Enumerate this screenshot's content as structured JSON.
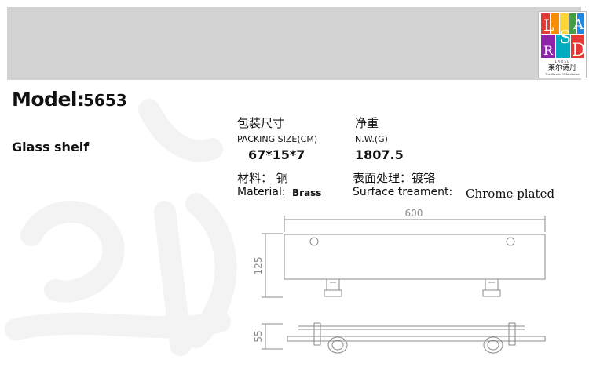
{
  "logo": {
    "letters": [
      "L",
      "S",
      "A",
      "R",
      "D"
    ],
    "subtitle_small": "L A R S D",
    "chinese": "莱尔诗丹",
    "tagline": "The Classic Of Sanitation",
    "colors": [
      "#e53935",
      "#fb8c00",
      "#fdd835",
      "#43a047",
      "#1e88e5",
      "#8e24aa",
      "#00acc1"
    ]
  },
  "model": {
    "label": "Model:",
    "number": "5653"
  },
  "product": {
    "name": "Glass shelf"
  },
  "specs": {
    "packing": {
      "cn": "包装尺寸",
      "en": "PACKING  SIZE(CM)",
      "value": "67*15*7"
    },
    "weight": {
      "cn": "净重",
      "en": "N.W.(G)",
      "value": "1807.5"
    },
    "material": {
      "cn": "材料： 铜",
      "en_label": "Material:",
      "value": "Brass"
    },
    "surface": {
      "cn": "表面处理：镀铬",
      "en_label": "Surface treament:",
      "value": "Chrome plated"
    }
  },
  "drawing": {
    "width_label": "600",
    "height_label": "125",
    "depth_label": "55"
  }
}
